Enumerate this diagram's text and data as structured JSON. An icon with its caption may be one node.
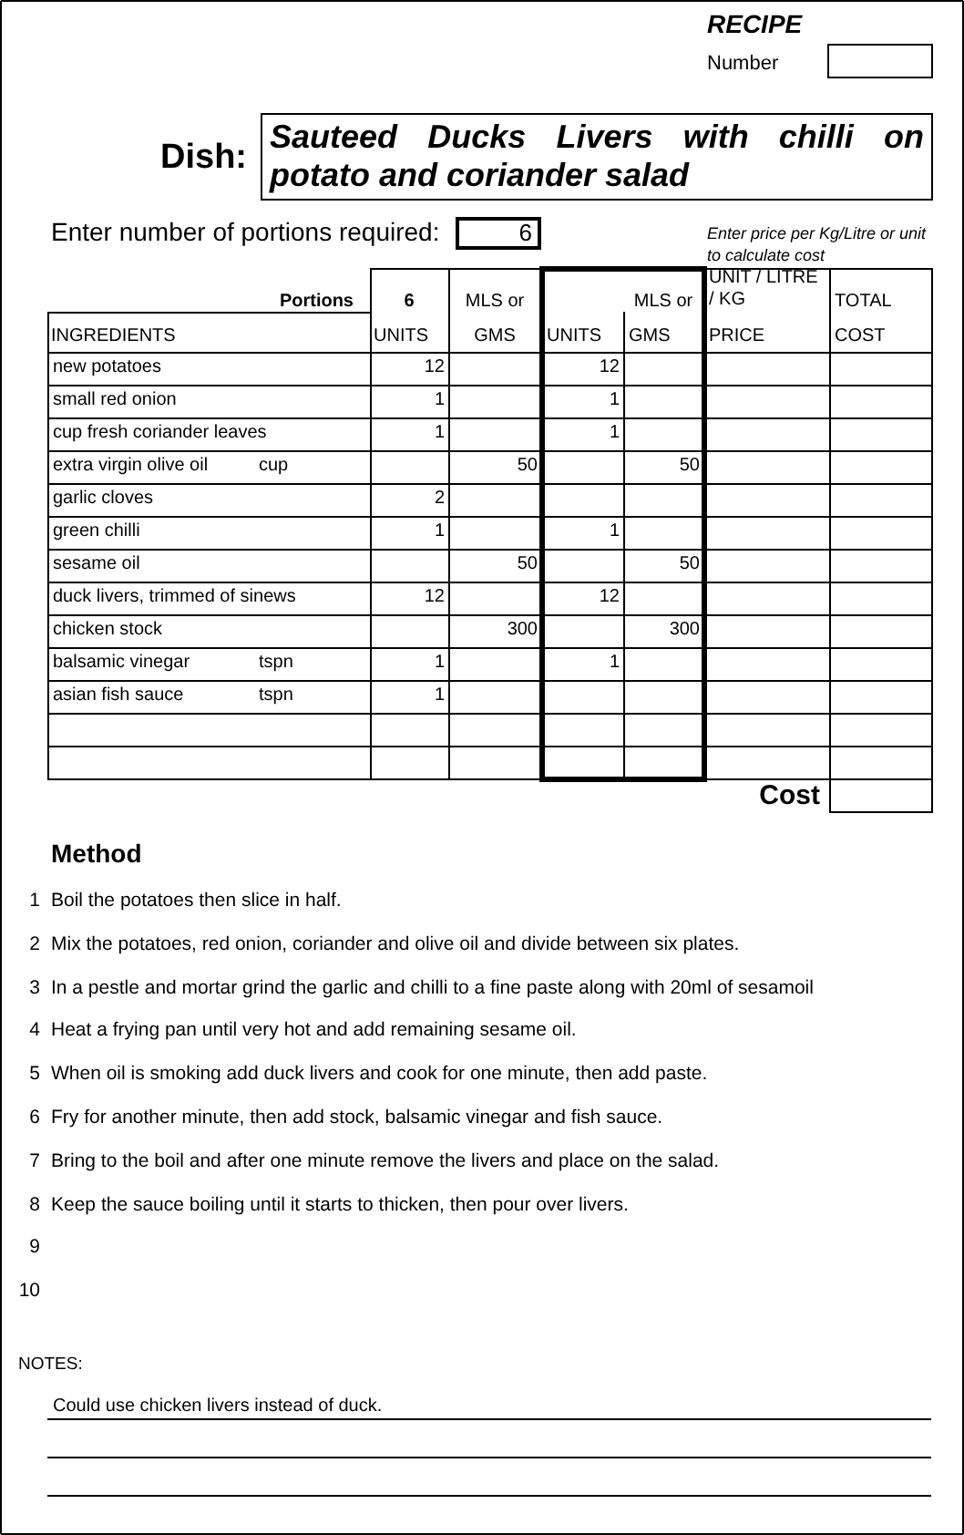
{
  "diagram": {
    "title": "RECIPE",
    "nodes": [
      {
        "text": [
          "Sauteed Ducks Livers with chilli on potato and coriander salad"
        ],
        "beside": [
          "Dish:"
        ]
      },
      {
        "text": [
          "6"
        ],
        "beside": [
          "Enter number of portions required:"
        ]
      }
    ],
    "edges": [],
    "labels": [
      "Number",
      "Enter price per Kg/Litre or unit to calculate cost",
      "Portions",
      "6",
      "MLS or",
      "MLS or",
      "UNIT / LITRE / KG",
      "TOTAL",
      "INGREDIENTS",
      "UNITS",
      "GMS",
      "UNITS",
      "GMS",
      "PRICE",
      "COST",
      "new potatoes",
      "12",
      "12",
      "small red onion",
      "1",
      "1",
      "cup fresh coriander leaves",
      "1",
      "1",
      "extra virgin olive oil",
      "cup",
      "50",
      "50",
      "garlic cloves",
      "2",
      "green chilli",
      "1",
      "1",
      "sesame oil",
      "50",
      "50",
      "duck livers, trimmed of sinews",
      "12",
      "12",
      "chicken stock",
      "300",
      "300",
      "balsamic vinegar",
      "tspn",
      "1",
      "1",
      "asian fish sauce",
      "tspn",
      "1",
      "Cost",
      "Method",
      "1",
      "Boil the potatoes then slice in half.",
      "2",
      "Mix the potatoes, red onion, coriander and olive oil and divide between six plates.",
      "3",
      "In a pestle and mortar grind the garlic and chilli to a fine paste along with 20ml of sesamoil",
      "4",
      "Heat a frying pan until very hot and add remaining sesame oil.",
      "5",
      "When oil is smoking add duck livers and cook for one minute, then add paste.",
      "6",
      "Fry for another minute, then add stock, balsamic vinegar and fish sauce.",
      "7",
      "Bring to the boil and after one minute remove the livers and place on the salad.",
      "8",
      "Keep the sauce boiling until it starts to thicken, then pour over livers.",
      "9",
      "10",
      "NOTES:",
      "Could use chicken livers instead of duck."
    ]
  }
}
